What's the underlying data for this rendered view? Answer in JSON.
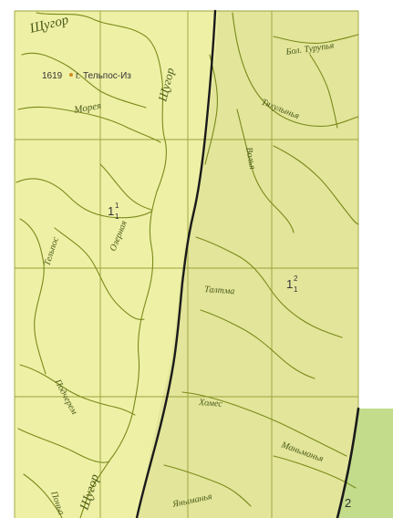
{
  "colors": {
    "zone_west": "#eef0a6",
    "zone_east": "#e2e59a",
    "zone_strip": "#c2dc8c",
    "river": "#7a8a1a",
    "grid": "#9aa23a",
    "boundary": "#1a1a1a",
    "label": "#4a5a18"
  },
  "peak": {
    "elevation": "1619",
    "name": "г. Тельпос-Из"
  },
  "rivers": {
    "shchugor_top": "Щугор",
    "shchugor_vertical": "Щугор",
    "shchugor_bottom": "Щугор",
    "moroya": "Морея",
    "bol_turupya": "Бол. Турупья",
    "tyakhulynya": "Тяхулынья",
    "volya": "Волья",
    "ozernaya": "Озерная",
    "telpos": "Тельпос",
    "taltma": "Талтма",
    "podcherem": "Подчерем",
    "khomes": "Хомес",
    "manmanya": "Маньманья",
    "yanymanya": "Яныманья",
    "ponya": "Поньа"
  },
  "zones": {
    "z1": {
      "base": "1",
      "sup": "1",
      "sub": "1"
    },
    "z2": {
      "base": "1",
      "sup": "2",
      "sub": "1"
    },
    "z3": {
      "label": "2"
    }
  }
}
